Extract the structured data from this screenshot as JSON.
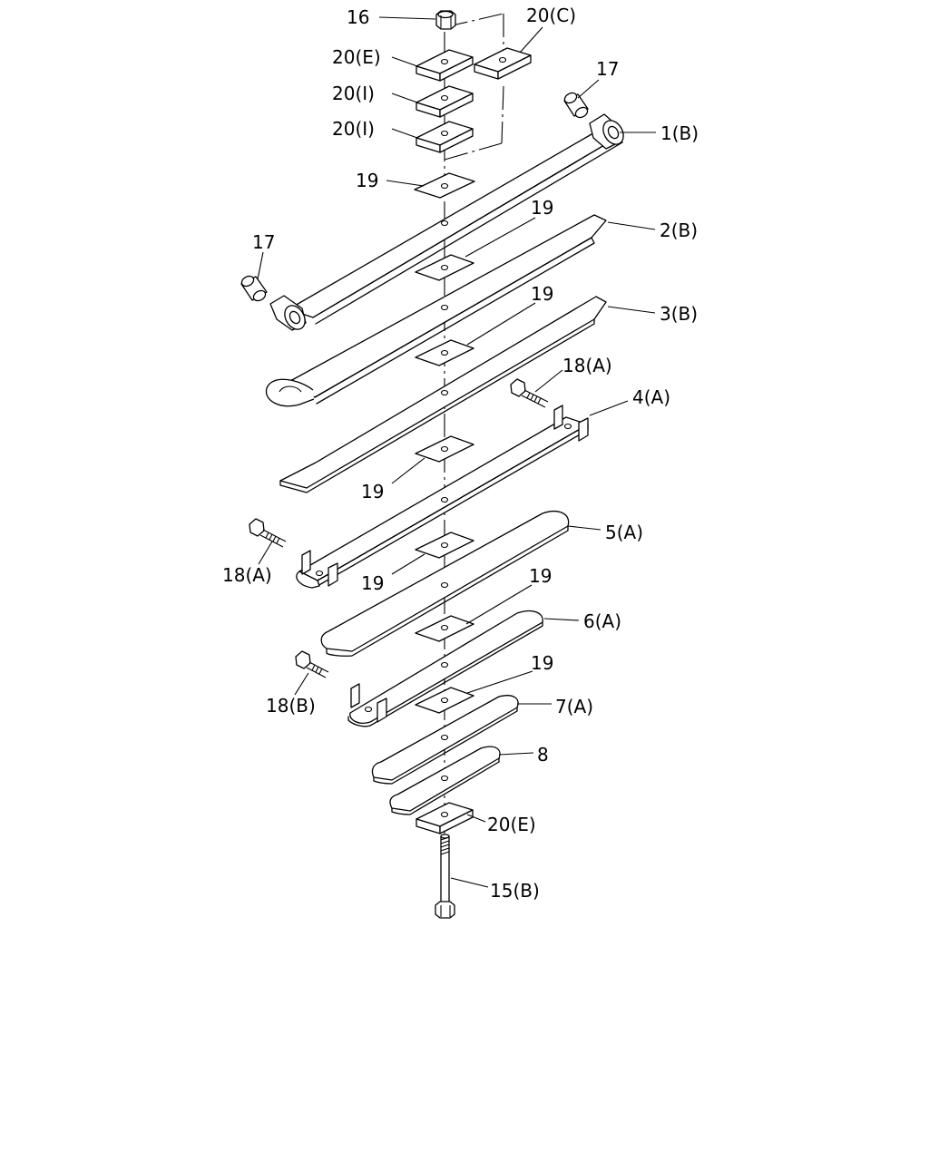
{
  "callouts": [
    {
      "id": "c16",
      "text": "16"
    },
    {
      "id": "c20c",
      "text": "20(C)"
    },
    {
      "id": "c20e_top",
      "text": "20(E)"
    },
    {
      "id": "c17_right",
      "text": "17"
    },
    {
      "id": "c20i_1",
      "text": "20(I)"
    },
    {
      "id": "c20i_2",
      "text": "20(I)"
    },
    {
      "id": "c1b",
      "text": "1(B)"
    },
    {
      "id": "c19_a",
      "text": "19"
    },
    {
      "id": "c19_b",
      "text": "19"
    },
    {
      "id": "c2b",
      "text": "2(B)"
    },
    {
      "id": "c17_left",
      "text": "17"
    },
    {
      "id": "c19_c",
      "text": "19"
    },
    {
      "id": "c3b",
      "text": "3(B)"
    },
    {
      "id": "c18a_right",
      "text": "18(A)"
    },
    {
      "id": "c4a",
      "text": "4(A)"
    },
    {
      "id": "c19_d",
      "text": "19"
    },
    {
      "id": "c5a",
      "text": "5(A)"
    },
    {
      "id": "c18a_left",
      "text": "18(A)"
    },
    {
      "id": "c19_e",
      "text": "19"
    },
    {
      "id": "c19_f",
      "text": "19"
    },
    {
      "id": "c6a",
      "text": "6(A)"
    },
    {
      "id": "c19_g",
      "text": "19"
    },
    {
      "id": "c18b",
      "text": "18(B)"
    },
    {
      "id": "c7a",
      "text": "7(A)"
    },
    {
      "id": "c8",
      "text": "8"
    },
    {
      "id": "c20e_bottom",
      "text": "20(E)"
    },
    {
      "id": "c15b",
      "text": "15(B)"
    }
  ]
}
